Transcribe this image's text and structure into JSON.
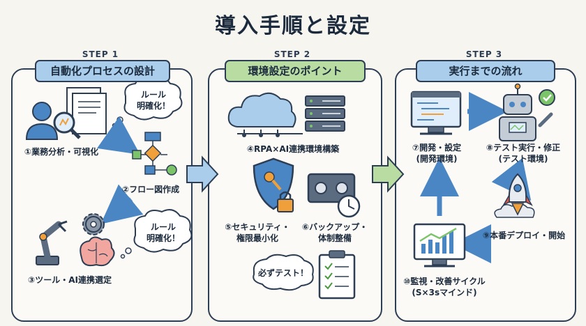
{
  "title": "導入手順と設定",
  "steps": [
    {
      "step_label": "STEP 1",
      "heading": "自動化プロセスの設計"
    },
    {
      "step_label": "STEP 2",
      "heading": "環境設定のポイント"
    },
    {
      "step_label": "STEP 3",
      "heading": "実行までの流れ"
    }
  ],
  "items": {
    "i1": "①業務分析・可視化",
    "i2": "②フロー図作成",
    "i3": "③ツール・AI連携選定",
    "i4": "④RPA×AI連携環境構築",
    "i5a": "⑤セキュリティ・",
    "i5b": "権限最小化",
    "i6a": "⑥バックアップ・",
    "i6b": "体制整備",
    "i7a": "⑦開発・設定",
    "i7b": "(開発環境)",
    "i8a": "⑧テスト実行・修正",
    "i8b": "(テスト環境)",
    "i9": "⑨本番デプロイ・開始",
    "i10a": "⑩監視・改善サイクル",
    "i10b": "(S×3sマインド)"
  },
  "bubbles": {
    "b1a": "ルール",
    "b1b": "明確化！",
    "b2a": "ルール",
    "b2b": "明確化！",
    "b3": "必ずテスト！"
  },
  "colors": {
    "ink": "#2d3e54",
    "blue": "#4a86c4",
    "light_blue": "#a9cdea",
    "green": "#b9dca2",
    "orange": "#f0a03a"
  }
}
